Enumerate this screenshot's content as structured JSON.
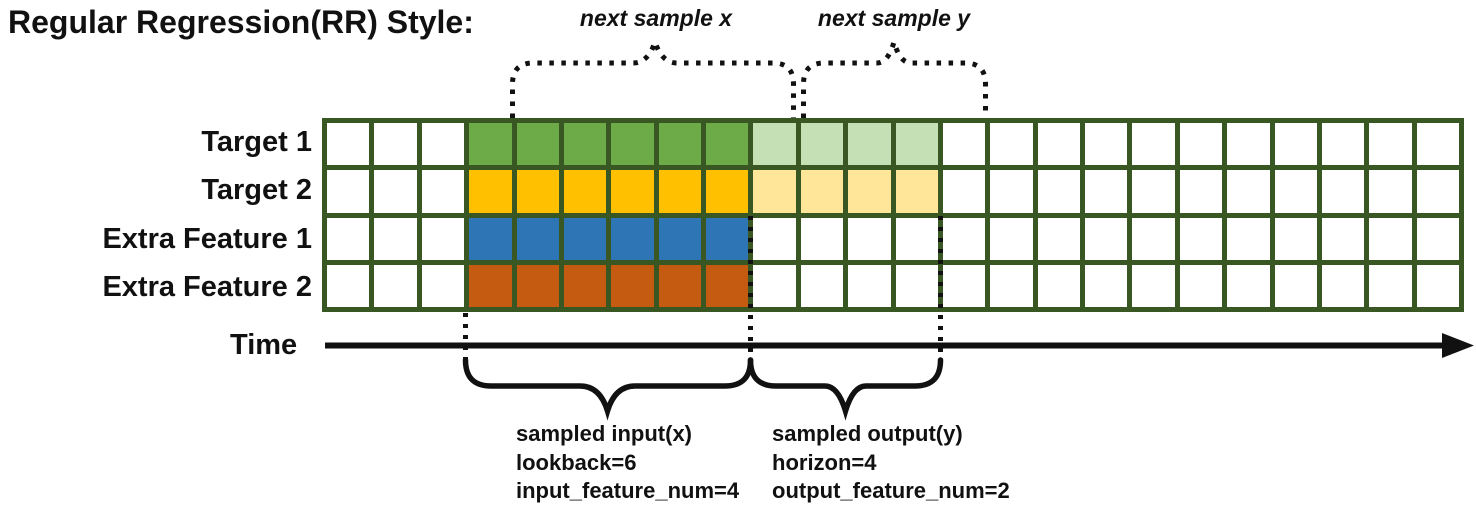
{
  "title": "Regular Regression(RR) Style:",
  "top_labels": {
    "next_sample_x": "next sample x",
    "next_sample_y": "next sample y"
  },
  "rows": [
    {
      "label": "Target 1",
      "input_color": "#6CAB47",
      "output_color": "#C5E0B4"
    },
    {
      "label": "Target 2",
      "input_color": "#FFC000",
      "output_color": "#FFE699"
    },
    {
      "label": "Extra Feature 1",
      "input_color": "#2E75B6",
      "output_color": null
    },
    {
      "label": "Extra Feature 2",
      "input_color": "#C55A11",
      "output_color": null
    }
  ],
  "grid": {
    "total_columns": 24,
    "lead_empty_columns": 3,
    "input_columns": 6,
    "output_columns": 4,
    "line_color": "#385723",
    "empty_cell_color": "#FFFFFF"
  },
  "time_axis": {
    "label": "Time"
  },
  "annotations": {
    "input": {
      "lines": [
        "sampled input(x)",
        "lookback=6",
        "input_feature_num=4"
      ]
    },
    "output": {
      "lines": [
        "sampled output(y)",
        "horizon=4",
        "output_feature_num=2"
      ]
    }
  },
  "accent_color": "#111111"
}
